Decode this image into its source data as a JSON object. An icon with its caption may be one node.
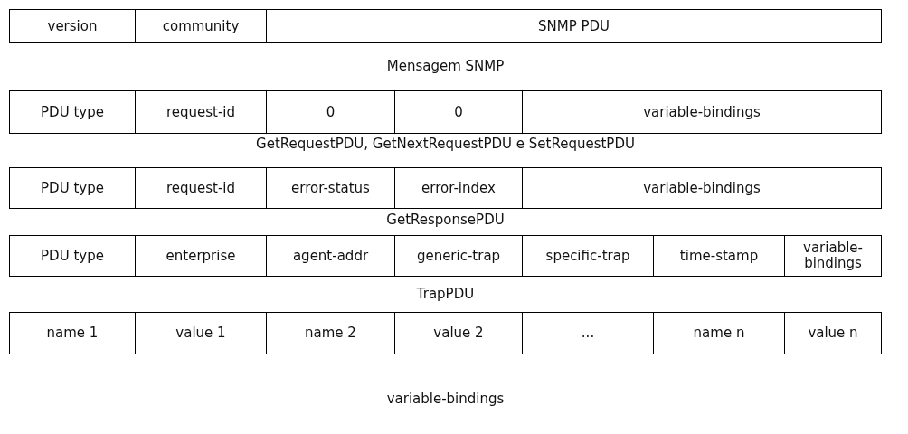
{
  "diagram": {
    "nodes": [
      {
        "text": [
          "version"
        ]
      },
      {
        "text": [
          "community"
        ]
      },
      {
        "text": [
          "SNMP PDU"
        ]
      },
      {
        "text": [
          "PDU type"
        ]
      },
      {
        "text": [
          "request-id"
        ]
      },
      {
        "text": [
          "0"
        ]
      },
      {
        "text": [
          "0"
        ]
      },
      {
        "text": [
          "variable-bindings"
        ]
      },
      {
        "text": [
          "PDU type"
        ]
      },
      {
        "text": [
          "request-id"
        ]
      },
      {
        "text": [
          "error-status"
        ]
      },
      {
        "text": [
          "error-index"
        ]
      },
      {
        "text": [
          "variable-bindings"
        ]
      },
      {
        "text": [
          "PDU type"
        ]
      },
      {
        "text": [
          "enterprise"
        ]
      },
      {
        "text": [
          "agent-addr"
        ]
      },
      {
        "text": [
          "generic-trap"
        ]
      },
      {
        "text": [
          "specific-trap"
        ]
      },
      {
        "text": [
          "time-stamp"
        ]
      },
      {
        "text": [
          "variable-bindings"
        ]
      },
      {
        "text": [
          "name 1"
        ]
      },
      {
        "text": [
          "value 1"
        ]
      },
      {
        "text": [
          "name 2"
        ]
      },
      {
        "text": [
          "value 2"
        ]
      },
      {
        "text": [
          "..."
        ]
      },
      {
        "text": [
          "name n"
        ]
      },
      {
        "text": [
          "value n"
        ]
      }
    ],
    "edges": [],
    "labels": [
      "Mensagem SNMP",
      "GetRequestPDU, GetNextRequestPDU e SetRequestPDU",
      "GetResponsePDU",
      "TrapPDU",
      "variable-bindings"
    ]
  }
}
